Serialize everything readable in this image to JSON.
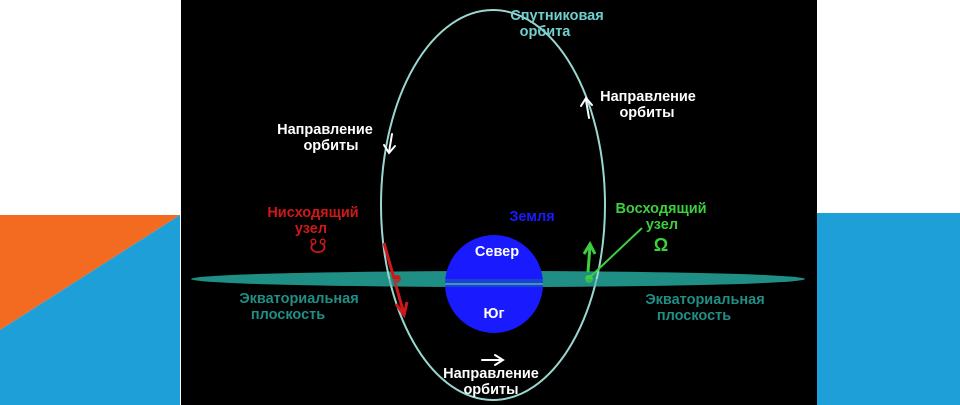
{
  "colors": {
    "background": "#000000",
    "slide_background": "#ffffff",
    "orange_accent": "#f26b21",
    "blue_accent": "#1e9fd8",
    "orbit": "#9ad7d0",
    "equatorial_plane": "#1f8f86",
    "earth": "#1a1aff",
    "descending": "#d01818",
    "ascending": "#3ecf3e",
    "label_white": "#ffffff",
    "label_cyan": "#6fd0cf"
  },
  "labels": {
    "orbit_title_line1": "Спутниковая",
    "orbit_title_line2": "орбита",
    "direction_left_line1": "Направление",
    "direction_left_line2": "орбиты",
    "direction_right_line1": "Направление",
    "direction_right_line2": "орбиты",
    "direction_bottom_line1": "Направление",
    "direction_bottom_line2": "орбиты",
    "descending_line1": "Нисходящий",
    "descending_line2": "узел",
    "descending_symbol": "☋",
    "ascending_line1": "Восходящий",
    "ascending_line2": "узел",
    "ascending_symbol": "Ω",
    "earth": "Земля",
    "north": "Север",
    "south": "Юг",
    "equatorial_left_line1": "Экваториальная",
    "equatorial_left_line2": "плоскость",
    "equatorial_right_line1": "Экваториальная",
    "equatorial_right_line2": "плоскость"
  }
}
